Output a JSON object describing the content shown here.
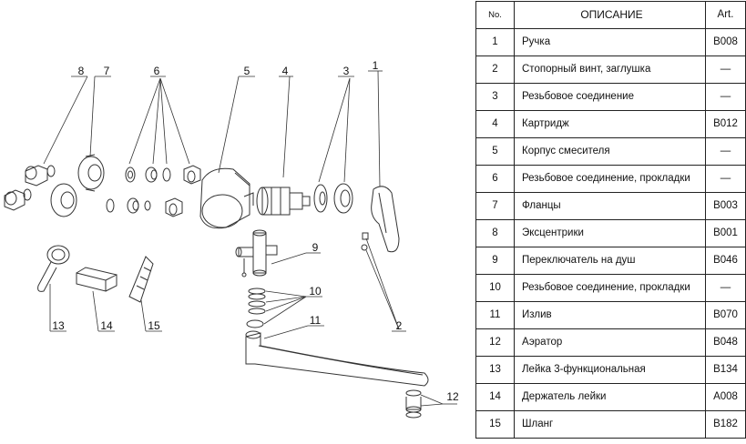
{
  "table": {
    "headers": {
      "no": "No.",
      "description": "ОПИСАНИЕ",
      "art": "Art."
    },
    "rows": [
      {
        "no": "1",
        "description": "Ручка",
        "art": "B008"
      },
      {
        "no": "2",
        "description": "Стопорный винт, заглушка",
        "art": "—"
      },
      {
        "no": "3",
        "description": "Резьбовое соединение",
        "art": "—"
      },
      {
        "no": "4",
        "description": "Картридж",
        "art": "B012"
      },
      {
        "no": "5",
        "description": "Корпус смесителя",
        "art": "—"
      },
      {
        "no": "6",
        "description": "Резьбовое соединение, прокладки",
        "art": "—"
      },
      {
        "no": "7",
        "description": "Фланцы",
        "art": "B003"
      },
      {
        "no": "8",
        "description": "Эксцентрики",
        "art": "B001"
      },
      {
        "no": "9",
        "description": "Переключатель на душ",
        "art": "B046"
      },
      {
        "no": "10",
        "description": "Резьбовое соединение, прокладки",
        "art": "—"
      },
      {
        "no": "11",
        "description": "Излив",
        "art": "B070"
      },
      {
        "no": "12",
        "description": "Аэратор",
        "art": "B048"
      },
      {
        "no": "13",
        "description": "Лейка 3-функциональная",
        "art": "B134"
      },
      {
        "no": "14",
        "description": "Держатель лейки",
        "art": "A008"
      },
      {
        "no": "15",
        "description": "Шланг",
        "art": "B182"
      }
    ]
  },
  "diagram": {
    "callouts": [
      "1",
      "2",
      "3",
      "4",
      "5",
      "6",
      "7",
      "8",
      "9",
      "10",
      "11",
      "12",
      "13",
      "14",
      "15"
    ]
  }
}
